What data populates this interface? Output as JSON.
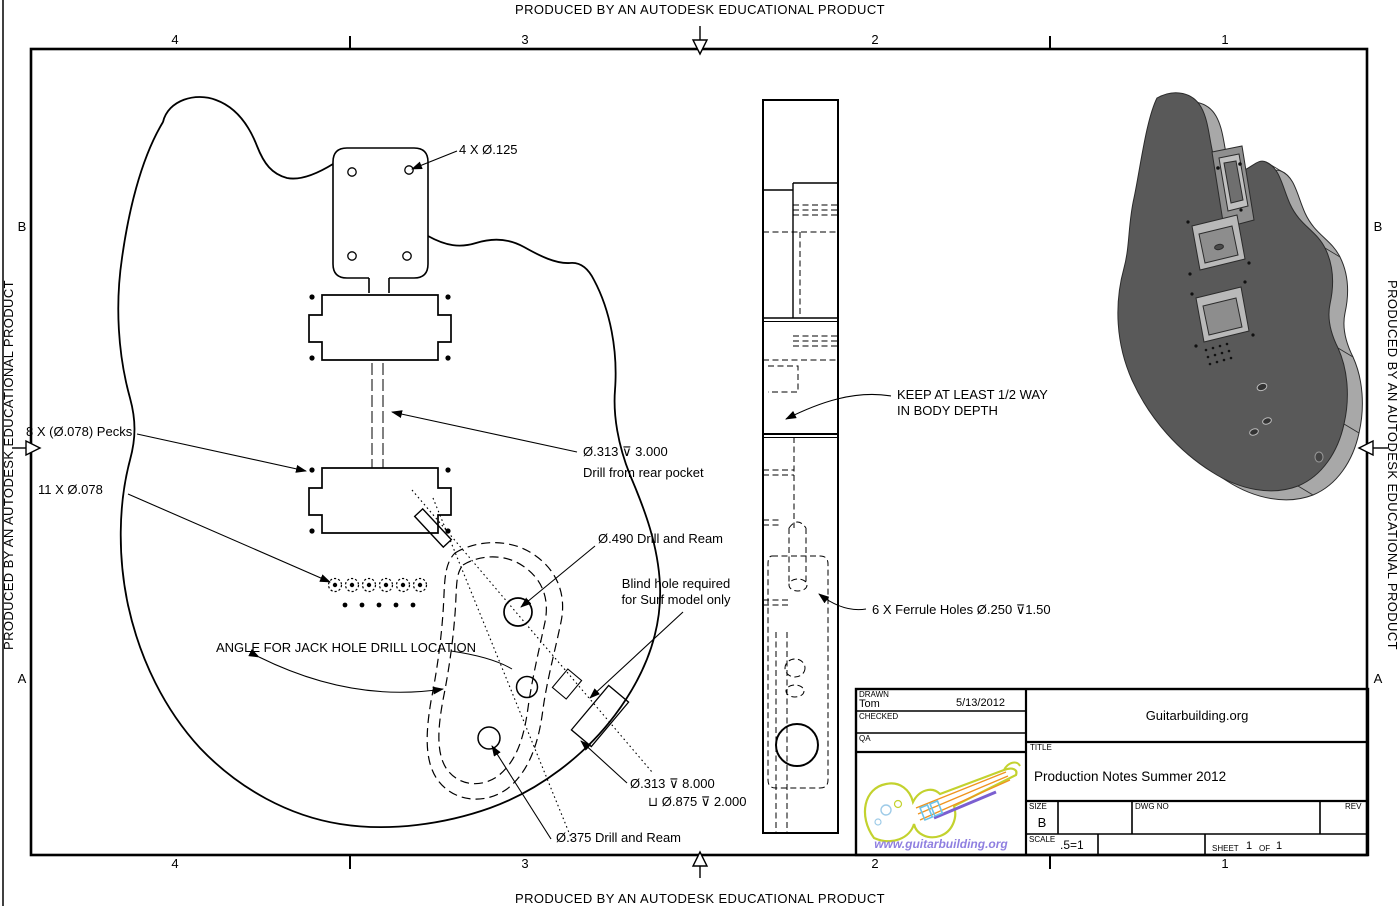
{
  "frame": {
    "produced_notice": "PRODUCED BY AN AUTODESK EDUCATIONAL PRODUCT",
    "zone_cols": [
      "4",
      "3",
      "2",
      "1"
    ],
    "zone_rows": [
      "B",
      "A"
    ]
  },
  "front_view": {
    "annotations": {
      "neck_screws": "4 X Ø.125",
      "pecks": "8 X (Ø.078) Pecks",
      "small_holes": "11 X Ø.078",
      "trem_hole_line1": "Ø.313 ⊽ 3.000",
      "trem_hole_line2": "Drill from rear pocket",
      "jack_hole": "Ø.490 Drill and Ream",
      "blind_hole_line1": "Blind hole required",
      "blind_hole_line2": "for Surf model only",
      "angle_note": "ANGLE FOR JACK HOLE DRILL LOCATION",
      "deep_hole_line1": "Ø.313 ⊽ 8.000",
      "deep_hole_line2": "⊔ Ø.875 ⊽ 2.000",
      "ream_hole": "Ø.375  Drill and Ream"
    }
  },
  "side_view": {
    "annotations": {
      "depth_note_line1": "KEEP AT LEAST 1/2 WAY",
      "depth_note_line2": "IN BODY DEPTH",
      "ferrule_note": "6 X Ferrule Holes  Ø.250 ⊽1.50"
    }
  },
  "title_block": {
    "drawn_label": "DRAWN",
    "drawn_name": "Tom",
    "drawn_date": "5/13/2012",
    "checked_label": "CHECKED",
    "qa_label": "QA",
    "company": "Guitarbuilding.org",
    "title_label": "TITLE",
    "title": "Production Notes Summer 2012",
    "size_label": "SIZE",
    "size": "B",
    "dwg_label": "DWG NO",
    "rev_label": "REV",
    "scale_label": "SCALE",
    "scale": ".5=1",
    "sheet_label": "SHEET",
    "sheet_num": "1",
    "of_label": "OF",
    "sheet_total": "1",
    "logo_text": "www.guitarbuilding.org"
  },
  "colors": {
    "line": "#000000",
    "background": "#ffffff",
    "iso_top_face": "#595959",
    "iso_side_face": "#a8a8a8",
    "logo_green": "#c3d22e",
    "logo_orange": "#f0941f",
    "logo_purple": "#7b5fd0",
    "logo_blue": "#6cc4ea",
    "logo_text_purple": "#8f7fe0"
  }
}
